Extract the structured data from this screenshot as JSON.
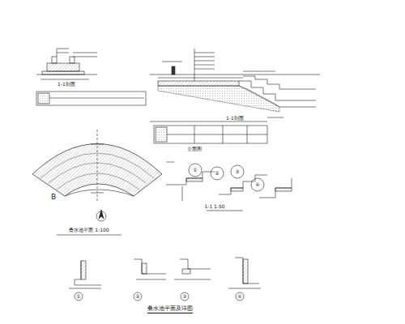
{
  "diagram": {
    "title": "叠水池平面及详图",
    "labels": [
      "1-1剖面",
      "1-1剖面",
      "立面图",
      "B",
      "叠水池平面 1:100",
      "1-1 1:50",
      "①",
      "②",
      "③",
      "④",
      "①",
      "②",
      "③",
      "④"
    ]
  }
}
